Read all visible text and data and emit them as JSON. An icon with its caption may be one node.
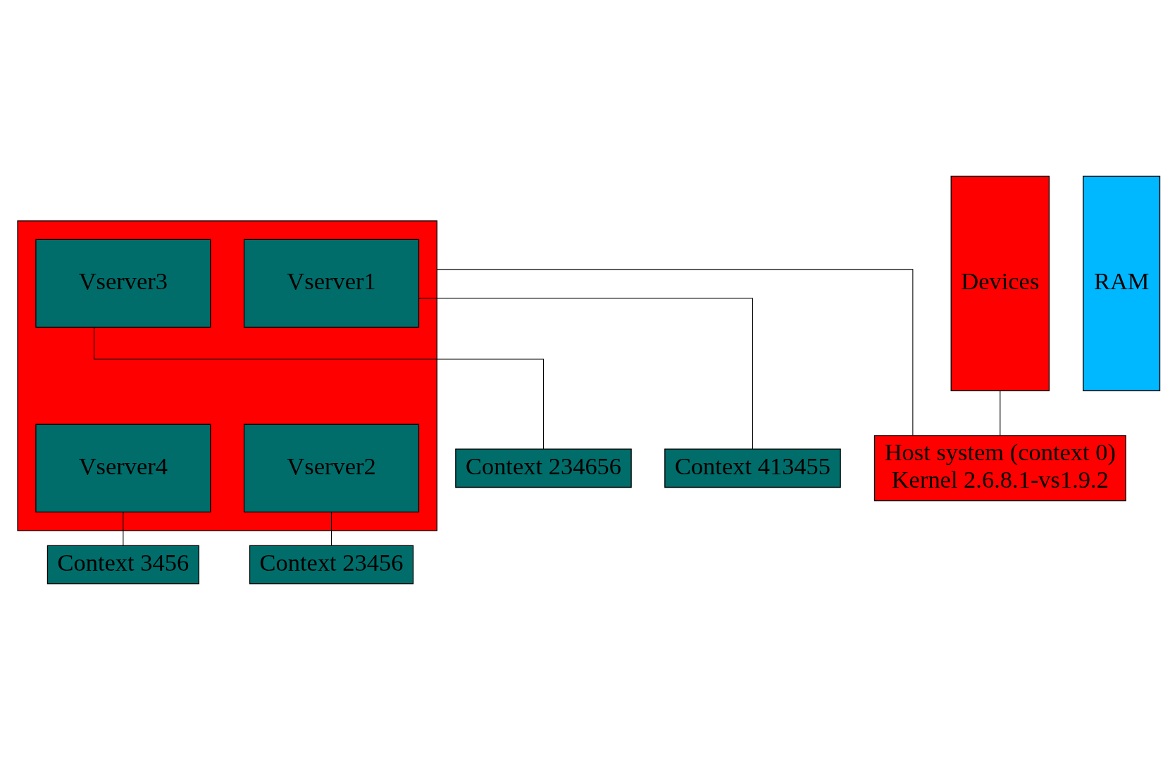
{
  "diagram": {
    "nodes": [
      {
        "text": [],
        "shape": "box"
      },
      {
        "text": [
          "Vserver1"
        ],
        "in": 0
      },
      {
        "text": [
          "Vserver3"
        ],
        "in": 0
      },
      {
        "text": [
          "Vserver2"
        ],
        "in": 0
      },
      {
        "text": [
          "Vserver4"
        ],
        "in": 0
      },
      {
        "text": [
          "RAM"
        ]
      },
      {
        "text": [
          "Devices"
        ]
      },
      {
        "text": [
          "Host system (context 0)",
          "Kernel 2.6.8.1-vs1.9.2"
        ]
      },
      {
        "text": [
          "Context 413455"
        ]
      },
      {
        "text": [
          "Context 23456"
        ]
      },
      {
        "text": [
          "Context 234656"
        ]
      },
      {
        "text": [
          "Context 3456"
        ]
      }
    ],
    "edges": [
      {
        "from": 1,
        "to": 8,
        "arrow": "none"
      },
      {
        "from": 0,
        "to": 7,
        "arrow": "none"
      },
      {
        "from": 3,
        "to": 9,
        "arrow": "none"
      },
      {
        "from": 2,
        "to": 10,
        "arrow": "none"
      },
      {
        "from": 4,
        "to": 11,
        "arrow": "none"
      },
      {
        "from": 6,
        "to": 7,
        "arrow": "none"
      }
    ]
  }
}
